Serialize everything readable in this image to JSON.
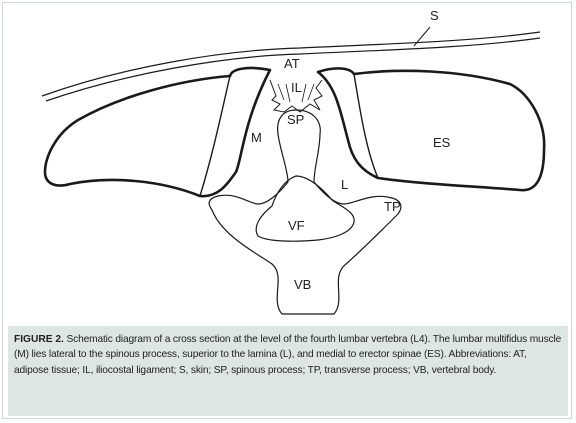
{
  "labels": {
    "S": "S",
    "AT": "AT",
    "IL": "IL",
    "SP": "SP",
    "M": "M",
    "ES": "ES",
    "L": "L",
    "VF": "VF",
    "TP": "TP",
    "VB": "VB"
  },
  "caption": {
    "lead": "FIGURE 2.",
    "text": " Schematic diagram of a cross section at the level of the fourth lumbar vertebra (L4). The lumbar multifidus muscle (M) lies lateral to the spinous process, superior to the lamina (L), and medial to erector spinae (ES). Abbreviations: AT, adipose tissue; IL, iliocostal ligament; S, skin; SP, spinous process; TP, transverse process; VB, vertebral body."
  },
  "colors": {
    "caption_bg": "#dde6e2",
    "line": "#1a1a1a"
  }
}
